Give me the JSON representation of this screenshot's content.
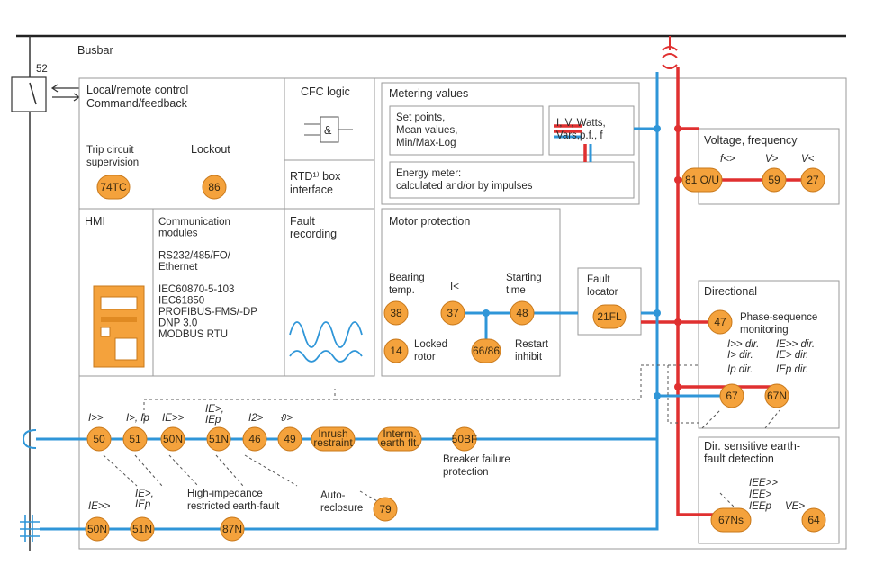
{
  "busbar": {
    "label": "Busbar",
    "breaker": "52"
  },
  "panels": {
    "control": [
      "Local/remote control",
      "Command/feedback"
    ],
    "trip": [
      "Trip circuit",
      "supervision"
    ],
    "lockout": "Lockout",
    "cfc": "CFC logic",
    "cfc_gate": "&",
    "rtd": [
      "RTD¹⁾ box",
      "interface"
    ],
    "metering": "Metering values",
    "setpoints": [
      "Set points,",
      "Mean values,",
      "Min/Max-Log"
    ],
    "measurands": [
      "I, V, Watts,",
      "Vars,p.f., f"
    ],
    "energy": [
      "Energy meter:",
      "calculated and/or by impulses"
    ],
    "voltage": "Voltage, frequency",
    "hmi": "HMI",
    "comm": [
      "Communication",
      "modules",
      "",
      "RS232/485/FO/",
      "Ethernet",
      "",
      "IEC60870-5-103",
      "IEC61850",
      "PROFIBUS-FMS/-DP",
      "DNP 3.0",
      "MODBUS RTU"
    ],
    "fault_rec": [
      "Fault",
      "recording"
    ],
    "motor": "Motor protection",
    "bearing": [
      "Bearing",
      "temp."
    ],
    "i_less": "I<",
    "starting": [
      "Starting",
      "time"
    ],
    "locked": [
      "Locked",
      "rotor"
    ],
    "restart": [
      "Restart",
      "inhibit"
    ],
    "fault_loc": [
      "Fault",
      "locator"
    ],
    "directional": "Directional",
    "phase_seq": [
      "Phase-sequence",
      "monitoring"
    ],
    "dir_labels": [
      "I>> dir.",
      "I> dir.",
      "Ip dir.",
      "IE>> dir.",
      "IE> dir.",
      "IEp dir."
    ],
    "sens": [
      "Dir. sensitive earth-",
      "fault detection"
    ],
    "sens_labels": [
      "IEE>>",
      "IEE>",
      "IEEp",
      "VE>"
    ],
    "breaker_fail": [
      "Breaker failure",
      "protection"
    ],
    "hi_imp": [
      "High-impedance",
      "restricted earth-fault"
    ],
    "auto": [
      "Auto-",
      "reclosure"
    ],
    "func_labels": [
      "I>>",
      "I>, Ip",
      "IE>>",
      "IE>,",
      "IEp",
      "I2>",
      "ϑ>",
      "IE>>",
      "IE>,",
      "IEp",
      "f<>",
      "V>",
      "V<"
    ]
  },
  "nodes": {
    "n74tc": "74TC",
    "n86": "86",
    "n81": "81 O/U",
    "n59": "59",
    "n27": "27",
    "n38": "38",
    "n37": "37",
    "n48": "48",
    "n14": "14",
    "n6686": "66/86",
    "n21fl": "21FL",
    "n47": "47",
    "n67": "67",
    "n67n": "67N",
    "n50": "50",
    "n51": "51",
    "n50n": "50N",
    "n51n": "51N",
    "n46": "46",
    "n49": "49",
    "inrush": [
      "Inrush",
      "restraint"
    ],
    "interm": [
      "Interm.",
      "earth flt."
    ],
    "n50bf": "50BF",
    "b50n": "50N",
    "b51n": "51N",
    "n87n": "87N",
    "n79": "79",
    "n67ns": "67Ns",
    "n64": "64"
  },
  "colors": {
    "node_fill": "#f4a23c",
    "red_line": "#e03030",
    "blue_line": "#2f96d8",
    "bus": "#222222"
  }
}
